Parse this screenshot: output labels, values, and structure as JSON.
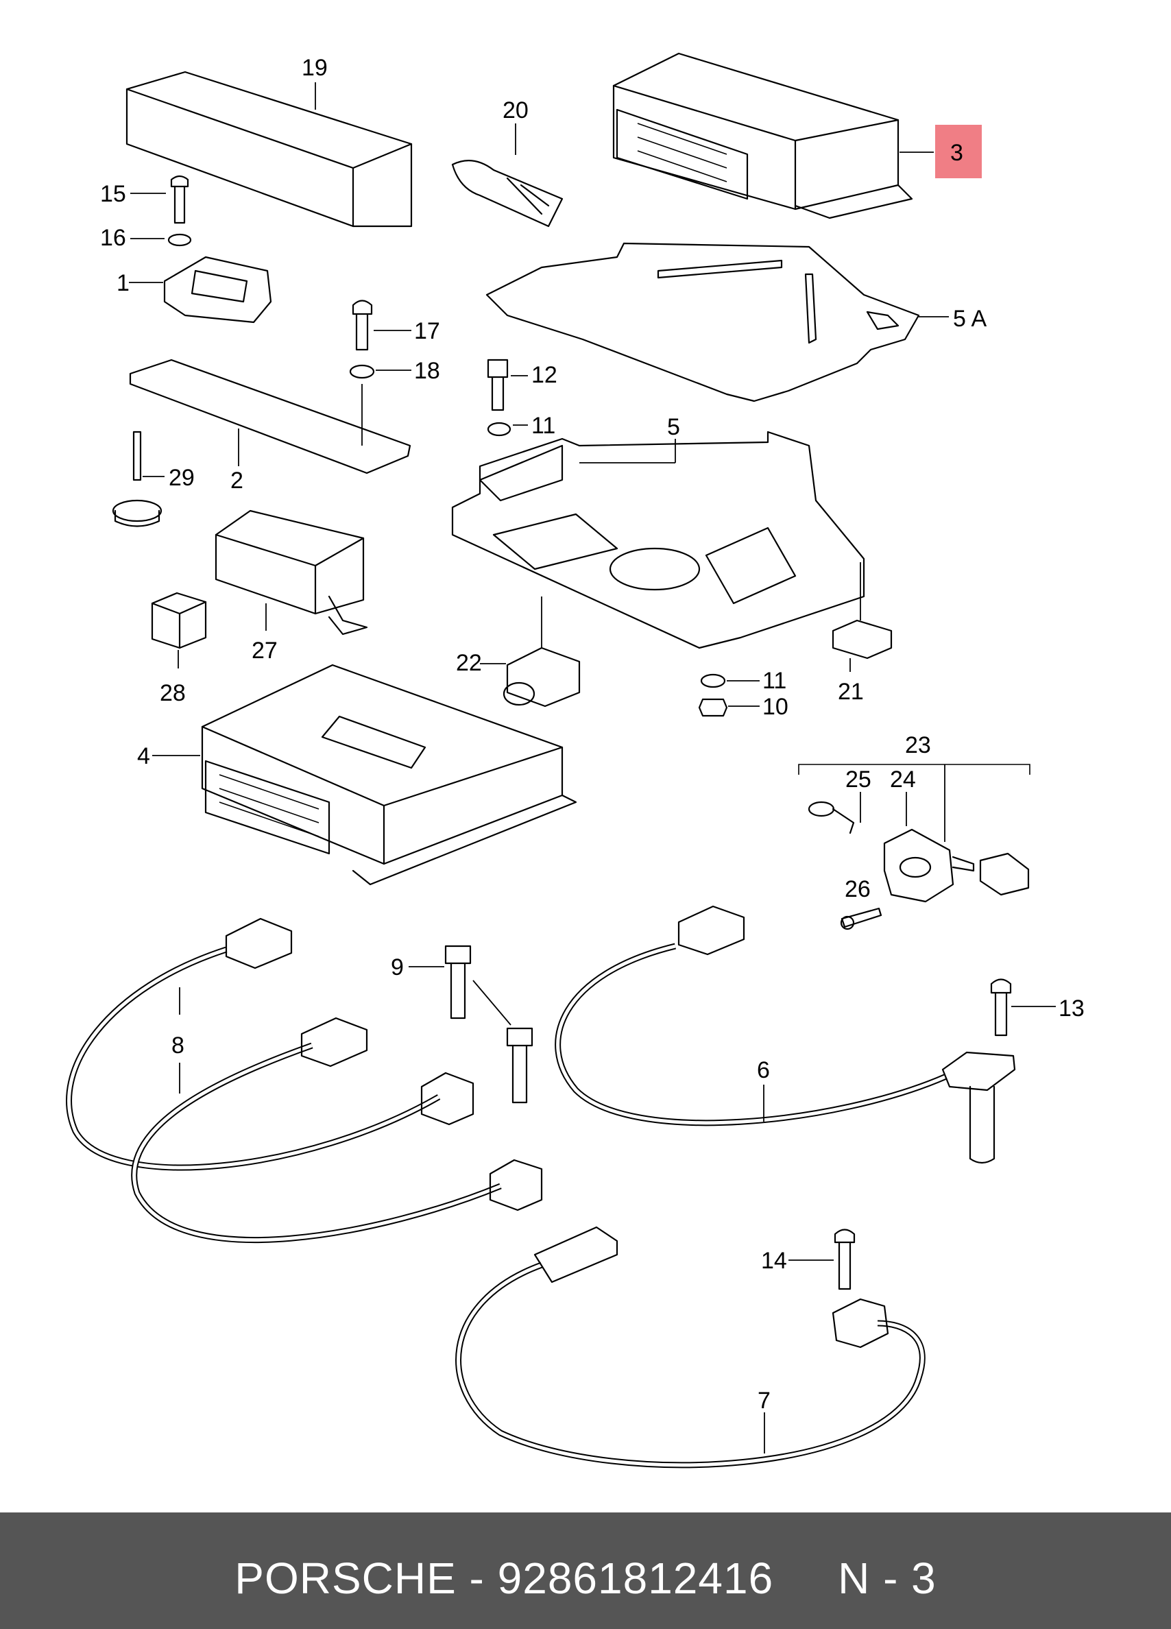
{
  "callouts": {
    "c19": "19",
    "c20": "20",
    "c3": "3",
    "c15": "15",
    "c16": "16",
    "c1": "1",
    "c17": "17",
    "c18": "18",
    "c5a": "5 A",
    "c12": "12",
    "c11a": "11",
    "c5": "5",
    "c29": "29",
    "c2": "2",
    "c27": "27",
    "c28": "28",
    "c22": "22",
    "c11b": "11",
    "c10": "10",
    "c21": "21",
    "c4": "4",
    "c23": "23",
    "c25": "25",
    "c24": "24",
    "c26": "26",
    "c9": "9",
    "c13": "13",
    "c8": "8",
    "c6": "6",
    "c14": "14",
    "c7": "7"
  },
  "highlighted_part": "3",
  "highlight_color": "#f07e85",
  "footer": {
    "brand": "PORSCHE",
    "separator": "-",
    "part_number": "92861812416",
    "diagram_ref": "N - 3"
  },
  "footer_text": "PORSCHE - 92861812416     N - 3",
  "footer_color": "#555555"
}
